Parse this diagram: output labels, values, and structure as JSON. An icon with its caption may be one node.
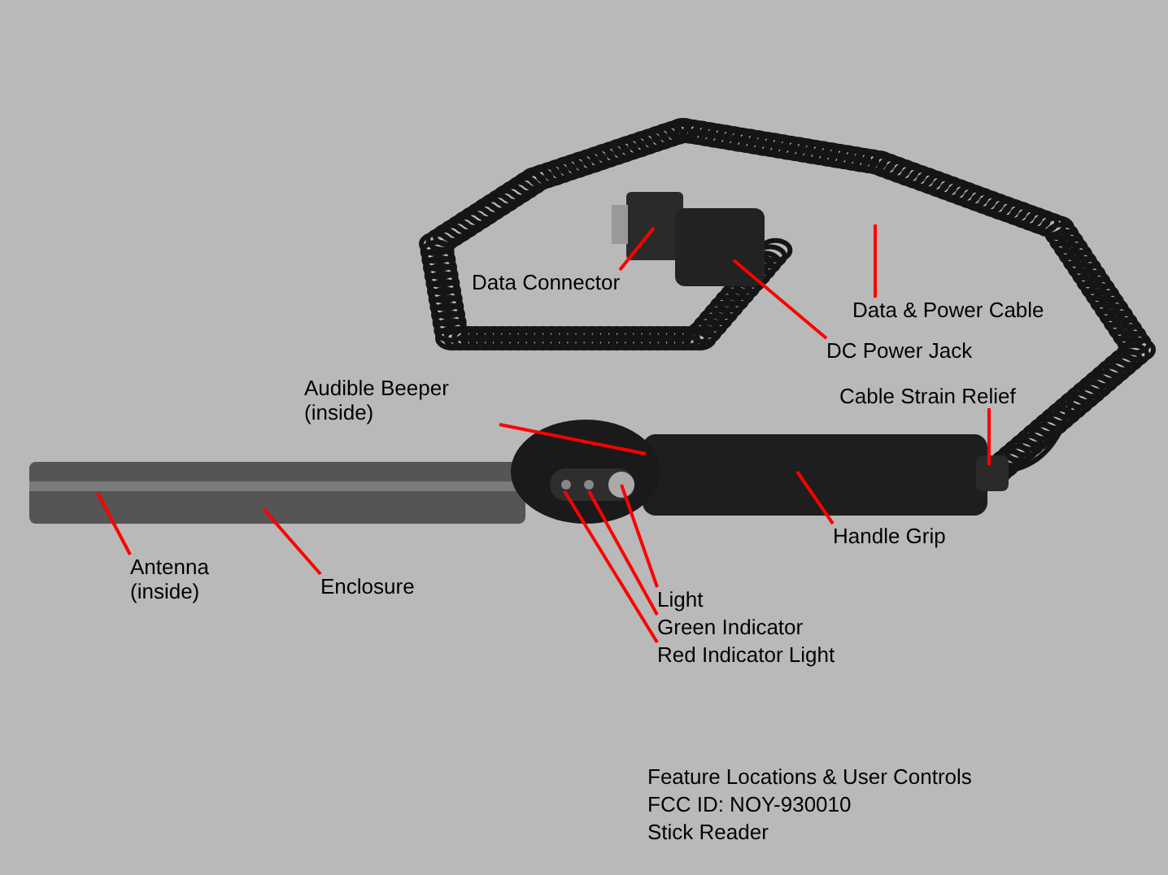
{
  "diagram": {
    "nodes": [
      {
        "text": [
          "Data Connector"
        ]
      },
      {
        "text": [
          "Data & Power Cable"
        ]
      },
      {
        "text": [
          "DC Power Jack"
        ]
      },
      {
        "text": [
          "Cable Strain Relief"
        ]
      },
      {
        "text": [
          "Audible Beeper (inside)"
        ]
      },
      {
        "text": [
          "Handle Grip"
        ]
      },
      {
        "text": [
          "Antenna (inside)"
        ]
      },
      {
        "text": [
          "Enclosure"
        ]
      },
      {
        "text": [
          "Light"
        ]
      },
      {
        "text": [
          "Green Indicator"
        ]
      },
      {
        "text": [
          "Red Indicator Light"
        ]
      }
    ],
    "edges": [
      {
        "from": 0,
        "to": null,
        "arrow": "none"
      },
      {
        "from": 1,
        "to": null,
        "arrow": "none"
      },
      {
        "from": 2,
        "to": null,
        "arrow": "none"
      },
      {
        "from": 3,
        "to": null,
        "arrow": "none"
      },
      {
        "from": 4,
        "to": null,
        "arrow": "none"
      },
      {
        "from": 5,
        "to": null,
        "arrow": "none"
      },
      {
        "from": 6,
        "to": null,
        "arrow": "none"
      },
      {
        "from": 7,
        "to": null,
        "arrow": "none"
      },
      {
        "from": 8,
        "to": null,
        "arrow": "none"
      },
      {
        "from": 9,
        "to": null,
        "arrow": "none"
      },
      {
        "from": 10,
        "to": null,
        "arrow": "none"
      }
    ],
    "labels": [
      "Feature Locations & User Controls",
      "FCC ID:  NOY-930010",
      "Stick Reader"
    ]
  }
}
